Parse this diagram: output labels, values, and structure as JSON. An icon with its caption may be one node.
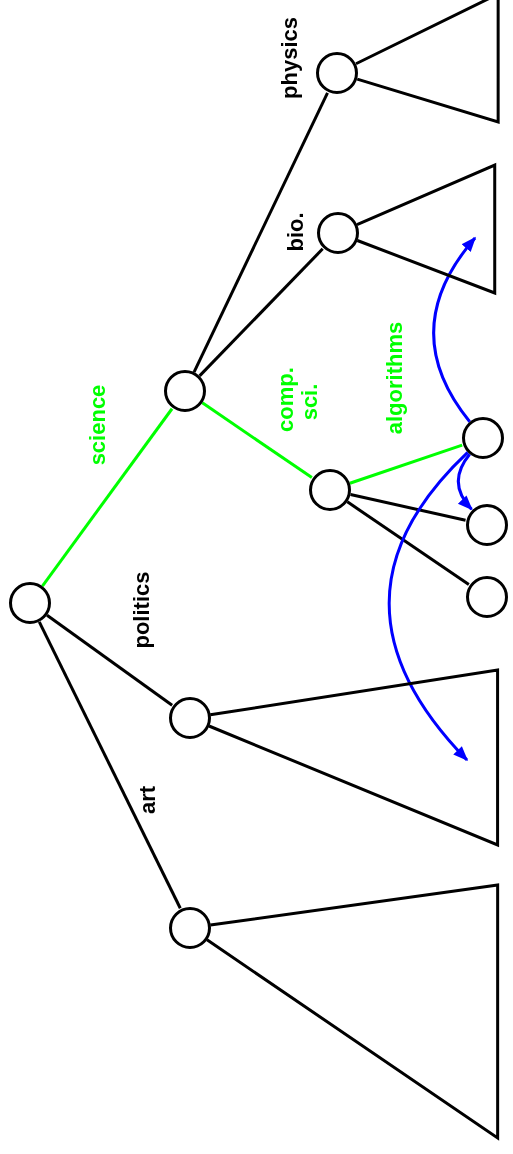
{
  "diagram": {
    "nodes": [
      {
        "text": [],
        "shape": "circle"
      },
      {
        "text": [],
        "shape": "circle"
      },
      {
        "text": [],
        "shape": "circle"
      },
      {
        "text": [],
        "shape": "circle"
      },
      {
        "text": [],
        "shape": "circle"
      },
      {
        "text": [],
        "shape": "circle"
      },
      {
        "text": [],
        "shape": "circle"
      },
      {
        "text": [],
        "shape": "circle"
      },
      {
        "text": [],
        "shape": "circle"
      },
      {
        "text": [],
        "shape": "circle"
      },
      {
        "text": [],
        "shape": "triangle"
      },
      {
        "text": [],
        "shape": "triangle"
      },
      {
        "text": [],
        "shape": "triangle"
      },
      {
        "text": [],
        "shape": "triangle"
      }
    ],
    "edges": [
      {
        "from": 0,
        "to": 1,
        "arrow": "none",
        "label": "science",
        "color": "#00ff00"
      },
      {
        "from": 0,
        "to": 2,
        "arrow": "none",
        "label": "politics"
      },
      {
        "from": 0,
        "to": 3,
        "arrow": "none",
        "label": "art"
      },
      {
        "from": 1,
        "to": 4,
        "arrow": "none",
        "label": "physics"
      },
      {
        "from": 1,
        "to": 5,
        "arrow": "none",
        "label": "bio."
      },
      {
        "from": 1,
        "to": 6,
        "arrow": "none",
        "label": "comp. sci.",
        "color": "#00ff00"
      },
      {
        "from": 6,
        "to": 7,
        "arrow": "none",
        "label": "algorithms",
        "color": "#00ff00"
      },
      {
        "from": 6,
        "to": 8,
        "arrow": "none"
      },
      {
        "from": 6,
        "to": 9,
        "arrow": "none"
      },
      {
        "from": 7,
        "to": 11,
        "arrow": "to",
        "color": "#0000ff"
      },
      {
        "from": 7,
        "to": 12,
        "arrow": "to",
        "color": "#0000ff"
      },
      {
        "from": 7,
        "to": 8,
        "arrow": "to",
        "color": "#0000ff"
      }
    ]
  }
}
